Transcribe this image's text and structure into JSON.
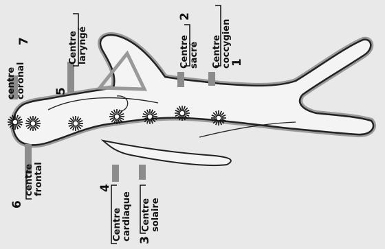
{
  "colors": {
    "background": "#e9e9e9",
    "body_outline": "#222222",
    "body_halo": "#9a9a9a",
    "label_bar": "#8c8c8c",
    "chakra": "#111111"
  },
  "centers": [
    {
      "number": "1",
      "name": [
        "Centre",
        "coccygien"
      ]
    },
    {
      "number": "2",
      "name": [
        "Centre",
        "sacré"
      ]
    },
    {
      "number": "3",
      "name": [
        "Centre",
        "solaire"
      ]
    },
    {
      "number": "4",
      "name": [
        "Centre",
        "cardiaque"
      ]
    },
    {
      "number": "5",
      "name": [
        "Centre",
        "laryngé"
      ]
    },
    {
      "number": "6",
      "name": [
        "centre",
        "frontal"
      ]
    },
    {
      "number": "7",
      "name": [
        "centre",
        "coronal"
      ]
    }
  ]
}
